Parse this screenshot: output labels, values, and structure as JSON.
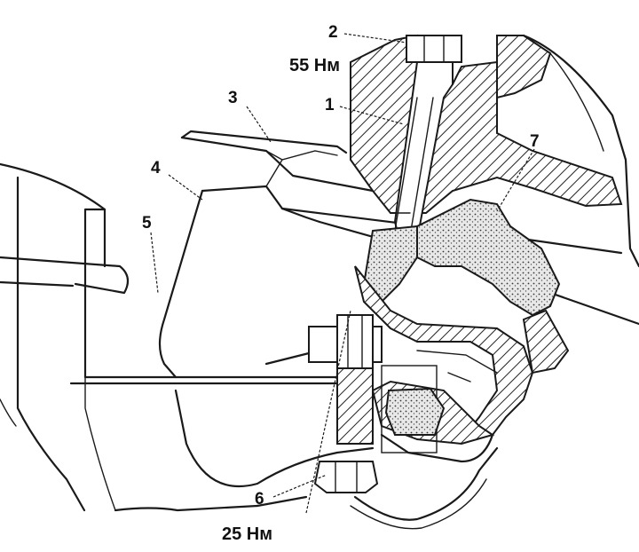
{
  "figure": {
    "callouts": {
      "c1": "1",
      "c2": "2",
      "c3": "3",
      "c4": "4",
      "c5": "5",
      "c6": "6",
      "c7": "7"
    },
    "torques": {
      "top_bolt": "55 Нм",
      "bottom_bolt": "25 Нм"
    }
  }
}
